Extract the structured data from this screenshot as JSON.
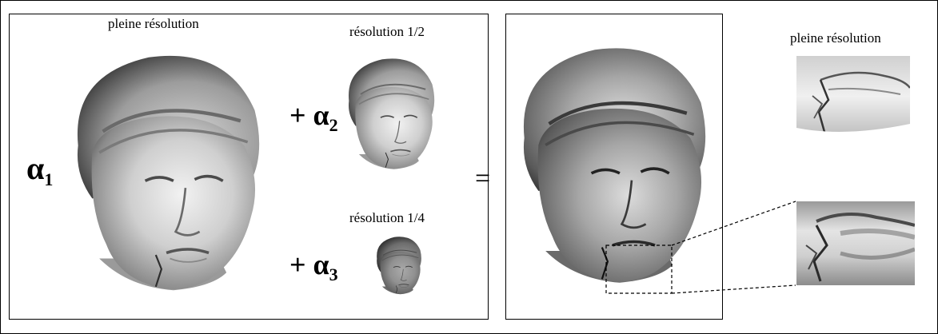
{
  "left_panel": {
    "label_full": "pleine résolution",
    "label_half": "résolution 1/2",
    "label_quarter": "résolution 1/4",
    "alpha1": "α",
    "alpha1_sub": "1",
    "alpha2_prefix": "+ ",
    "alpha2": "α",
    "alpha2_sub": "2",
    "alpha3_prefix": "+ ",
    "alpha3": "α",
    "alpha3_sub": "3"
  },
  "equals": "=",
  "right_panel": {
    "label_detail": "pleine résolution"
  },
  "colors": {
    "border": "#000000",
    "stone_light": "#e6e6e6",
    "stone_mid": "#b5b5b5",
    "stone_dark": "#3a3a3a"
  }
}
